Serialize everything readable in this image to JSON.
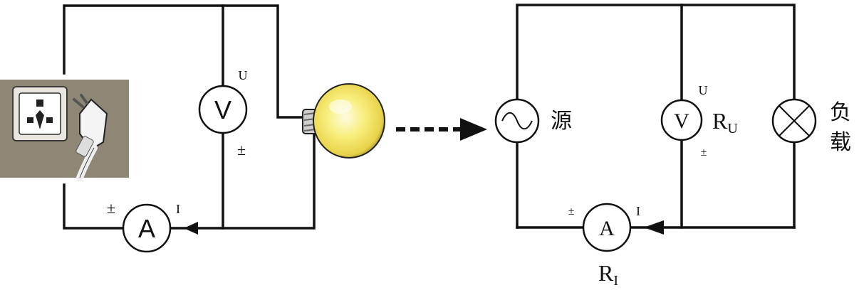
{
  "left_circuit": {
    "voltmeter_symbol": "V",
    "voltmeter_terminal_u": "U",
    "voltmeter_terminal_pm": "±",
    "ammeter_symbol": "A",
    "ammeter_terminal_pm": "±",
    "ammeter_terminal_i": "I",
    "socket_icon": "power-socket-with-plug-photo",
    "lamp_icon": "light-bulb-photo"
  },
  "arrow": {
    "style": "dashed"
  },
  "right_circuit": {
    "source_label": "源",
    "voltmeter_symbol": "V",
    "voltmeter_terminal_u": "U",
    "voltmeter_terminal_pm": "±",
    "voltmeter_resistance_main": "R",
    "voltmeter_resistance_sub": "U",
    "ammeter_symbol": "A",
    "ammeter_terminal_pm": "±",
    "ammeter_terminal_i": "I",
    "ammeter_resistance_main": "R",
    "ammeter_resistance_sub": "I",
    "load_label_line1": "负",
    "load_label_line2": "载"
  },
  "colors": {
    "wire": "#111111",
    "socket_panel": "#8e8775",
    "bulb_glow": "#f6e96a"
  }
}
